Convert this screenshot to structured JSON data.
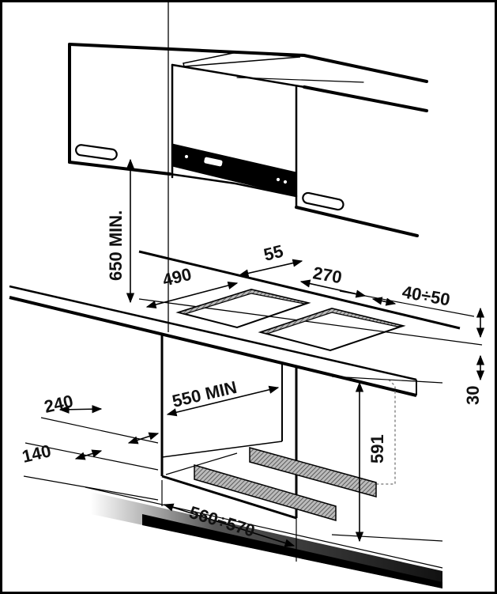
{
  "diagram": {
    "dimensions": {
      "cabinet_clearance": "650 MIN.",
      "cutout_depth": "490",
      "hob_offset": "55",
      "cutout_width": "270",
      "worktop_thickness_range": "40÷50",
      "worktop_edge": "30",
      "cutout_min_width": "550 MIN",
      "side_offset": "240",
      "front_offset": "140",
      "inner_height": "591",
      "oven_width_range": "560÷570"
    }
  }
}
